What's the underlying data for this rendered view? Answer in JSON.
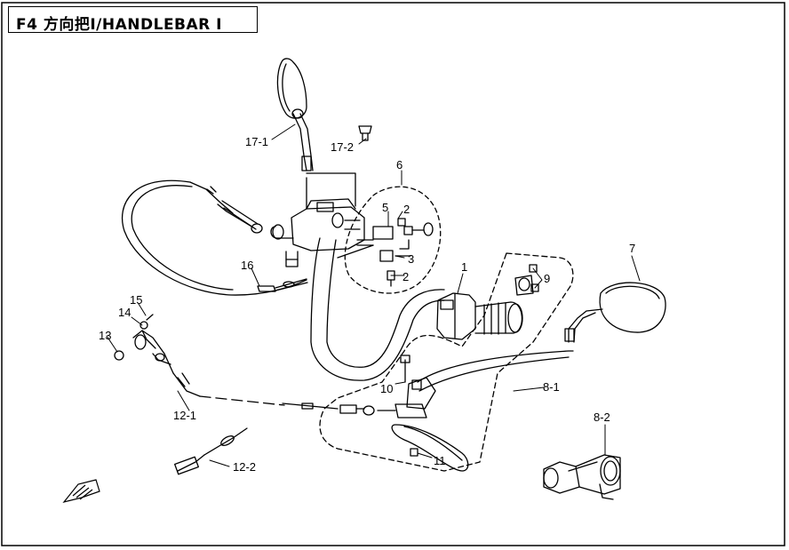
{
  "title": "F4 方向把Ⅰ/HANDLEBAR Ⅰ",
  "callouts": {
    "c1": "1",
    "c2a": "2",
    "c2b": "2",
    "c3": "3",
    "c5": "5",
    "c6": "6",
    "c7": "7",
    "c8_1": "8-1",
    "c8_2": "8-2",
    "c9": "9",
    "c10": "10",
    "c11": "11",
    "c12_1": "12-1",
    "c12_2": "12-2",
    "c13": "13",
    "c14": "14",
    "c15": "15",
    "c16": "16",
    "c17_1": "17-1",
    "c17_2": "17-2"
  },
  "icons": {
    "direction": "front-direction-arrow-icon"
  }
}
